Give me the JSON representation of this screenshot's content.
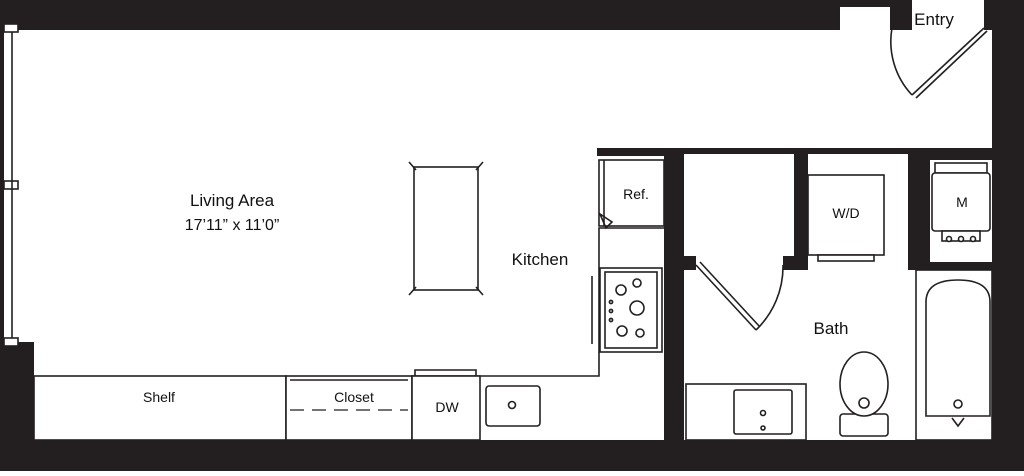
{
  "plan": {
    "colors": {
      "wall": "#231f20",
      "floor": "#ffffff",
      "line": "#231f20"
    },
    "rooms": {
      "living": {
        "label": "Living Area",
        "dimensions": "17’11” x 11’0”"
      },
      "kitchen": {
        "label": "Kitchen"
      },
      "bath": {
        "label": "Bath"
      },
      "entry": {
        "label": "Entry"
      }
    },
    "fixtures": {
      "shelf": "Shelf",
      "closet": "Closet",
      "dishwasher": "DW",
      "refrigerator": "Ref.",
      "washer_dryer": "W/D",
      "mechanical": "M"
    }
  }
}
